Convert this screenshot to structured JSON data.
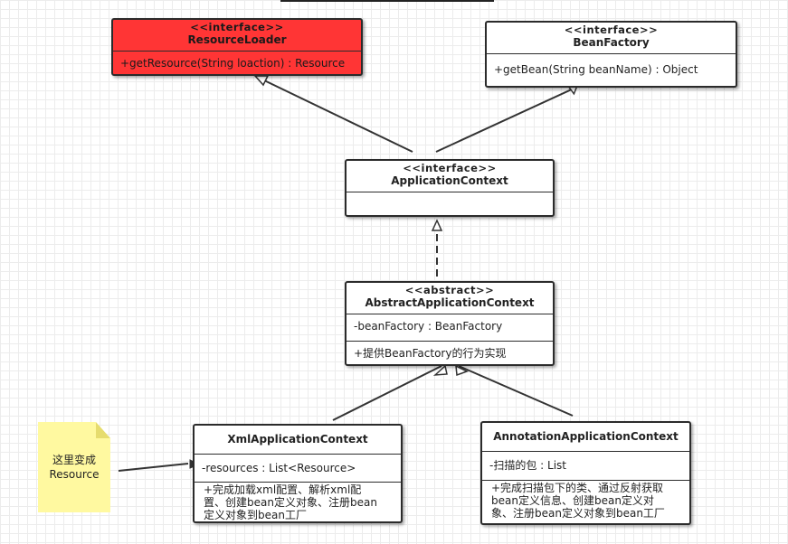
{
  "diagram": {
    "classes": [
      {
        "id": "resource-loader",
        "stereotype": "<<interface>>",
        "name": "ResourceLoader",
        "attributes": [],
        "operations": [
          "+getResource(String loaction) : Resource"
        ],
        "fill": "#ff3535"
      },
      {
        "id": "bean-factory",
        "stereotype": "<<interface>>",
        "name": "BeanFactory",
        "attributes": [],
        "operations": [
          "+getBean(String beanName) : Object"
        ],
        "fill": "#ffffff"
      },
      {
        "id": "application-context",
        "stereotype": "<<interface>>",
        "name": "ApplicationContext",
        "attributes": [],
        "operations": [],
        "fill": "#ffffff"
      },
      {
        "id": "abstract-application-context",
        "stereotype": "<<abstract>>",
        "name": "AbstractApplicationContext",
        "attributes": [
          "-beanFactory : BeanFactory"
        ],
        "operations": [
          "+提供BeanFactory的行为实现"
        ],
        "fill": "#ffffff"
      },
      {
        "id": "xml-application-context",
        "stereotype": "",
        "name": "XmlApplicationContext",
        "attributes": [
          "-resources : List<Resource>"
        ],
        "operations": [
          "+完成加载xml配置、解析xml配",
          "置、创建bean定义对象、注册bean",
          "定义对象到bean工厂"
        ],
        "fill": "#ffffff"
      },
      {
        "id": "annotation-application-context",
        "stereotype": "",
        "name": "AnnotationApplicationContext",
        "attributes": [
          "-扫描的包 : List"
        ],
        "operations": [
          "+完成扫描包下的类、通过反射获取",
          "bean定义信息、创建bean定义对",
          "象、注册bean定义对象到bean工厂"
        ],
        "fill": "#ffffff"
      }
    ],
    "relations": [
      {
        "from": "application-context",
        "to": "resource-loader",
        "type": "generalization"
      },
      {
        "from": "application-context",
        "to": "bean-factory",
        "type": "generalization"
      },
      {
        "from": "abstract-application-context",
        "to": "application-context",
        "type": "realization"
      },
      {
        "from": "xml-application-context",
        "to": "abstract-application-context",
        "type": "generalization"
      },
      {
        "from": "annotation-application-context",
        "to": "abstract-application-context",
        "type": "generalization"
      },
      {
        "from": "note",
        "to": "xml-application-context",
        "type": "association"
      }
    ],
    "note": {
      "lines": [
        "这里变成",
        "Resource"
      ],
      "fill": "#fff9a0"
    }
  }
}
